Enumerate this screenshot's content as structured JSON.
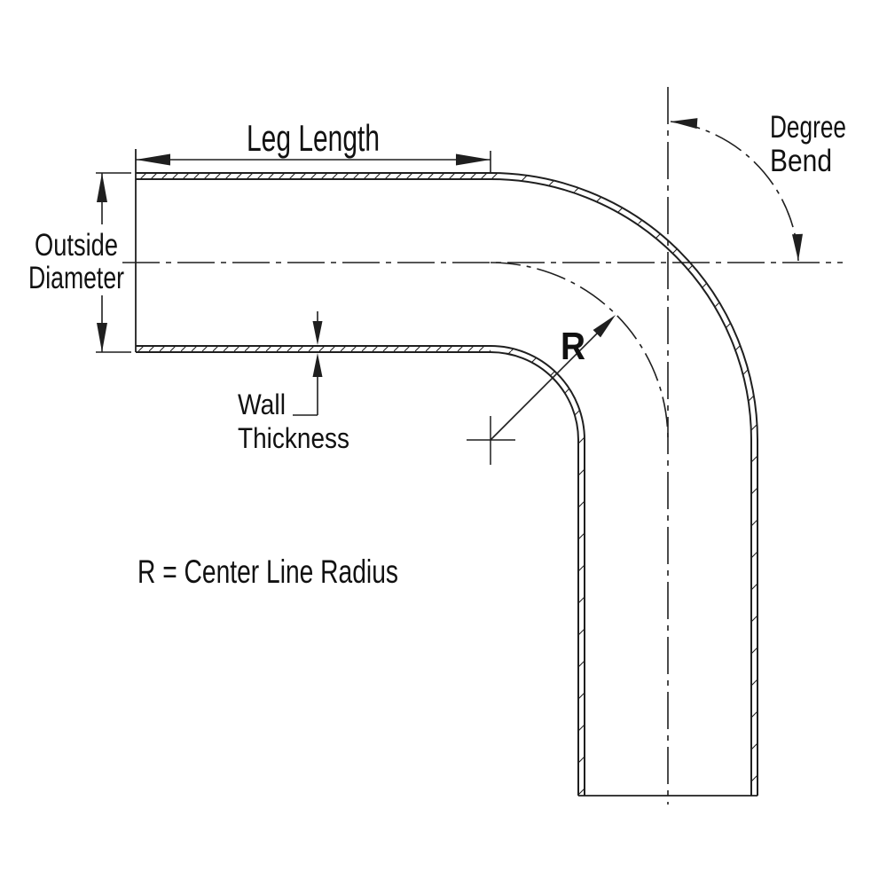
{
  "diagram": {
    "background_color": "#ffffff",
    "line_color": "#1f1f1f",
    "text_color": "#111111",
    "labels": {
      "leg_length": "Leg Length",
      "outside_diameter_line1": "Outside",
      "outside_diameter_line2": "Diameter",
      "wall_thickness_line1": "Wall",
      "wall_thickness_line2": "Thickness",
      "degree_bend_line1": "Degree",
      "degree_bend_line2": "Bend",
      "radius_label": "R",
      "legend": "R = Center Line Radius"
    }
  }
}
